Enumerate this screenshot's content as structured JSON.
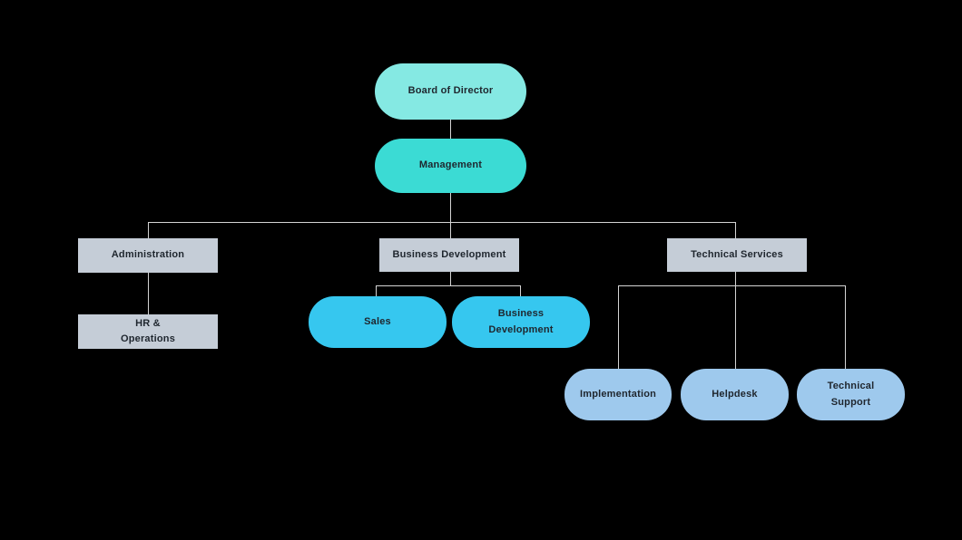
{
  "colors": {
    "background": "#000000",
    "connector_line": "#d4d4d4",
    "label_text": "#1f262e",
    "board_fill": "#85e9e3",
    "management_fill": "#3bdbd4",
    "department_box_fill": "#c5cdd7",
    "blue_pill_fill": "#36c7ef",
    "light_blue_pill_fill": "#9ec9ed"
  },
  "nodes": {
    "board": "Board of Director",
    "management": "Management",
    "administration": "Administration",
    "business_development_dept": "Business Development",
    "technical_services": "Technical Services",
    "hr_operations": "HR &\nOperations",
    "sales": "Sales",
    "business_development_team": "Business\nDevelopment",
    "implementation": "Implementation",
    "helpdesk": "Helpdesk",
    "technical_support": "Technical\nSupport"
  },
  "org_chart": {
    "type": "org-tree",
    "root": {
      "label": "Board of Director",
      "children": [
        {
          "label": "Management",
          "children": [
            {
              "label": "Administration",
              "children": [
                {
                  "label": "HR & Operations"
                }
              ]
            },
            {
              "label": "Business Development",
              "children": [
                {
                  "label": "Sales"
                },
                {
                  "label": "Business Development"
                }
              ]
            },
            {
              "label": "Technical Services",
              "children": [
                {
                  "label": "Implementation"
                },
                {
                  "label": "Helpdesk"
                },
                {
                  "label": "Technical Support"
                }
              ]
            }
          ]
        }
      ]
    }
  }
}
